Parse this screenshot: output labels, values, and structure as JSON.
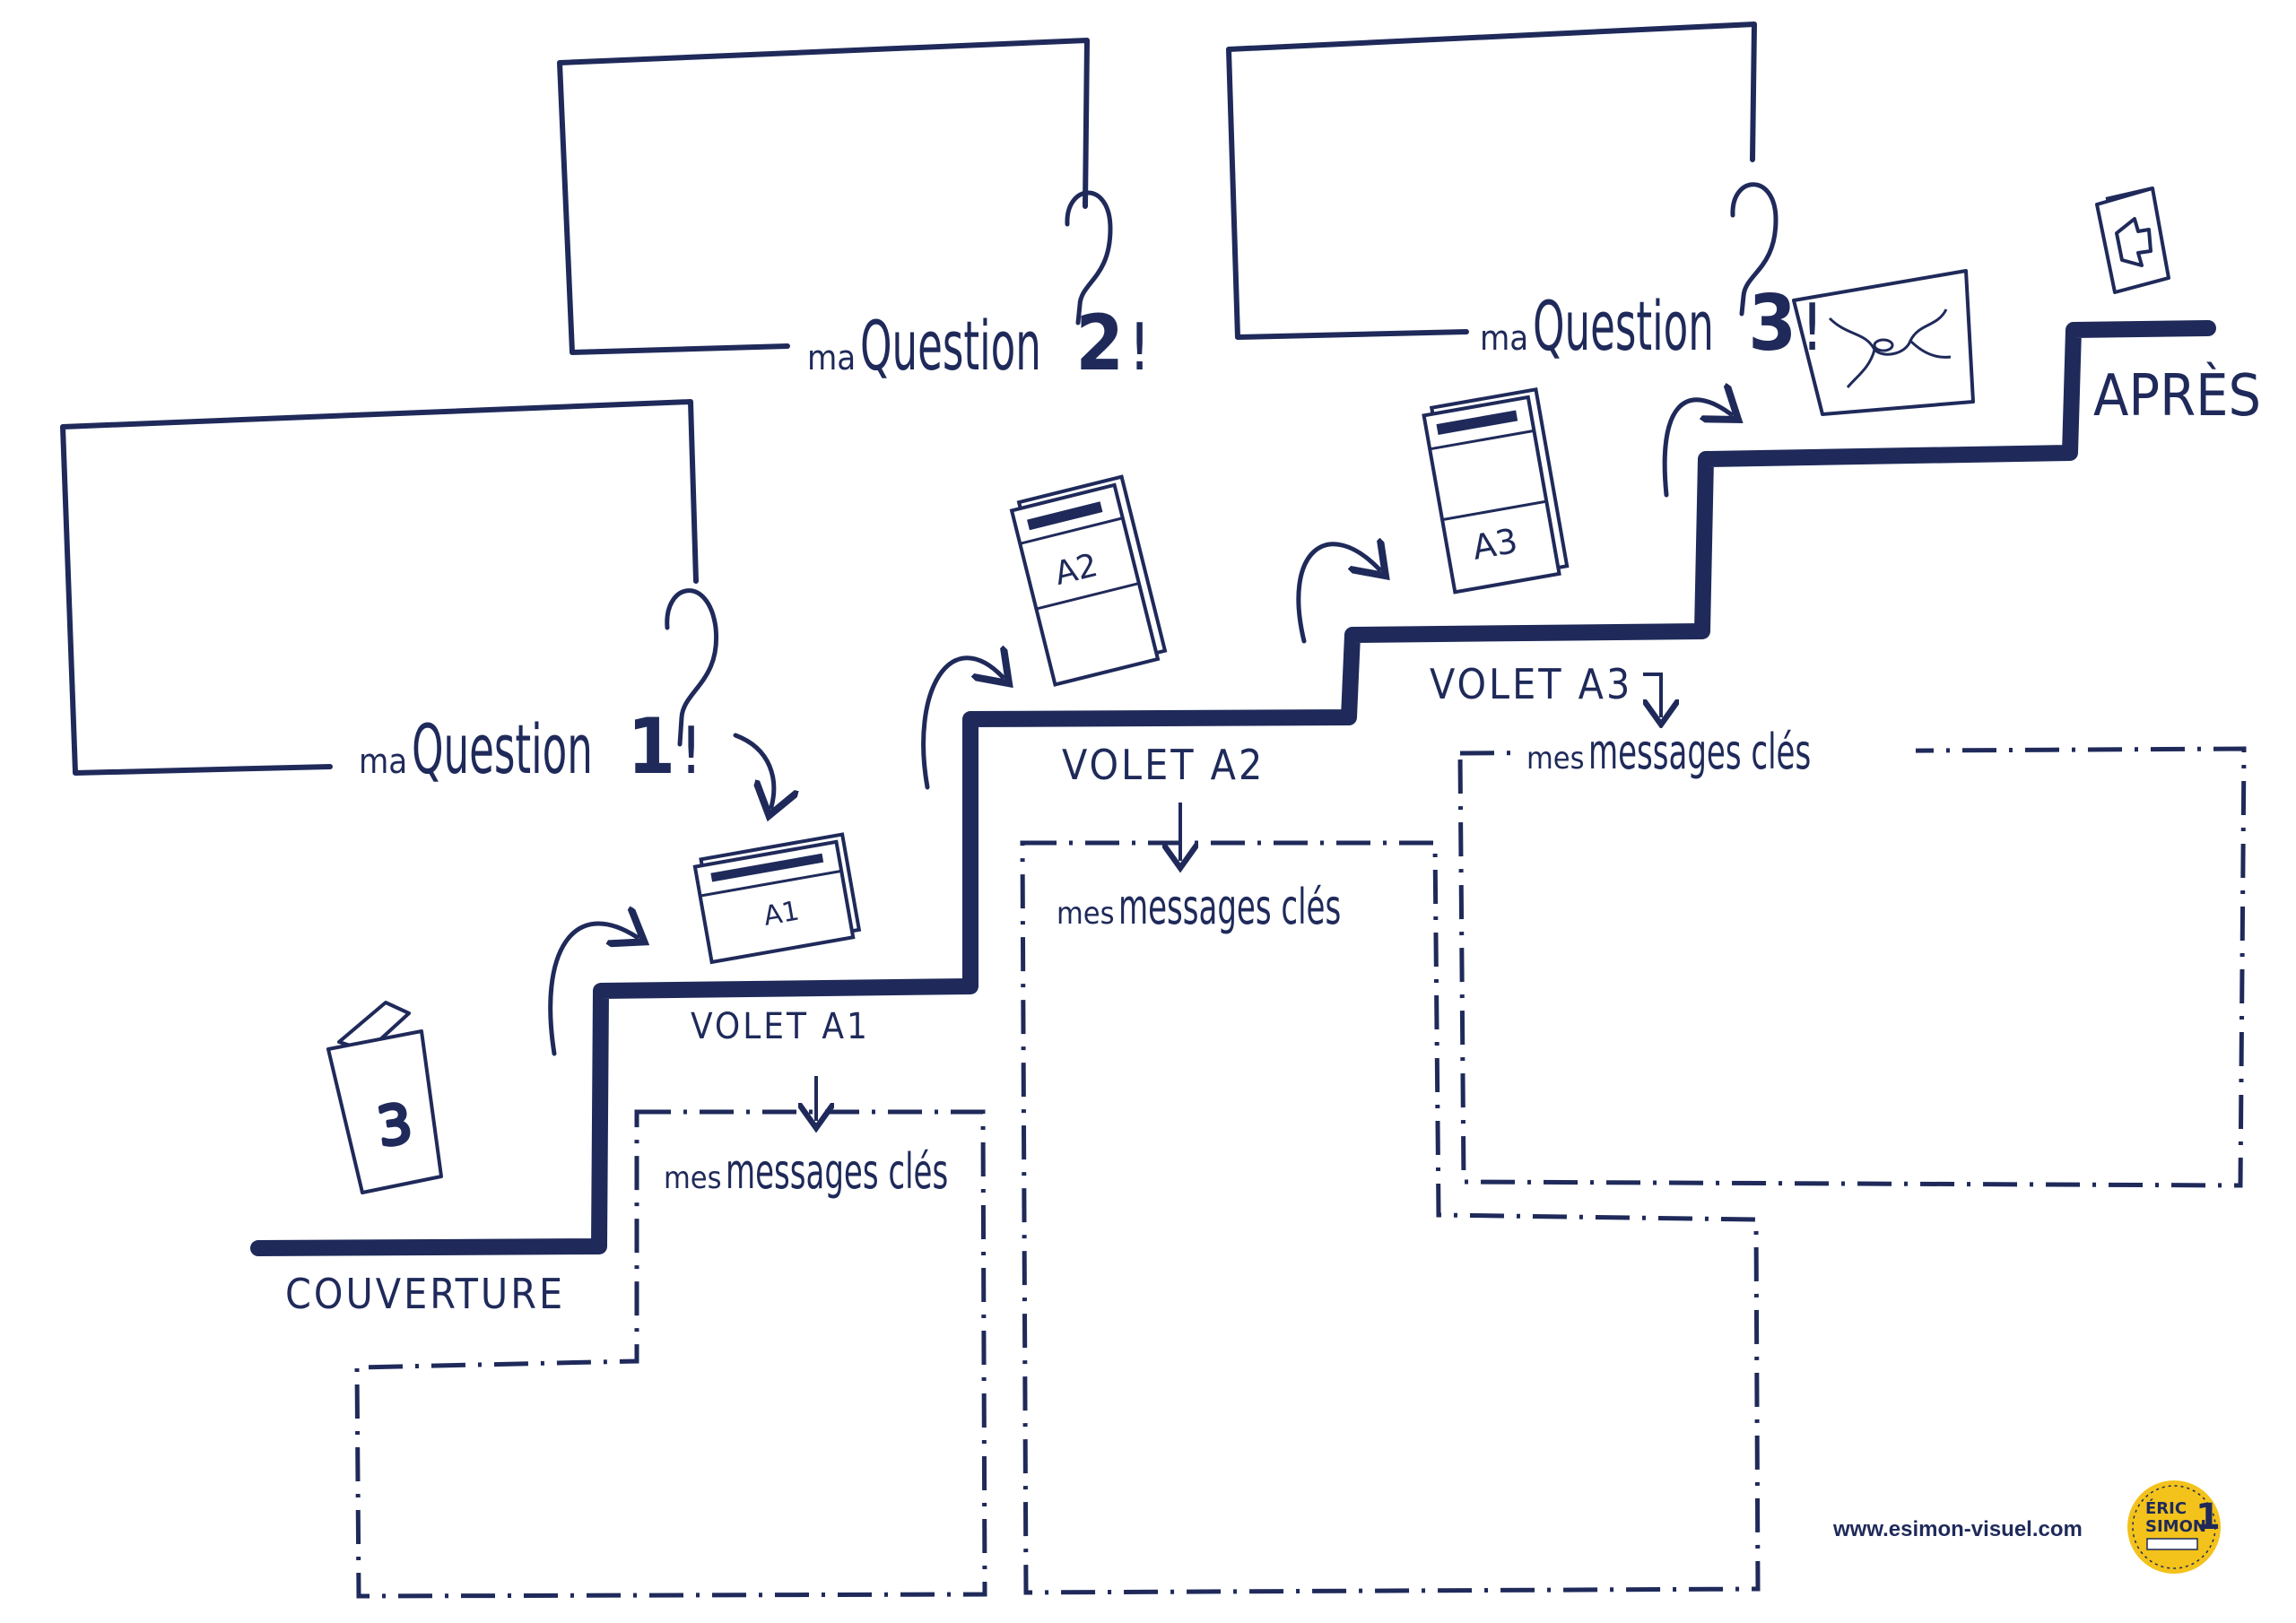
{
  "questions": [
    {
      "prefix": "ma",
      "word": "Question",
      "number": "1",
      "mark": "!"
    },
    {
      "prefix": "ma",
      "word": "Question",
      "number": "2",
      "mark": "!"
    },
    {
      "prefix": "ma",
      "word": "Question",
      "number": "3",
      "mark": "!"
    }
  ],
  "steps": {
    "couverture": "COUVERTURE",
    "volet_a1": "VOLET A1",
    "volet_a2": "VOLET A2",
    "volet_a3": "VOLET A3",
    "apres": "APRÈS"
  },
  "messages": [
    {
      "prefix": "mes",
      "label": "messages clés"
    },
    {
      "prefix": "mes",
      "label": "messages clés"
    },
    {
      "prefix": "mes",
      "label": "messages clés"
    }
  ],
  "documents": {
    "cover_mark": "3",
    "a1": "A1",
    "a2": "A2",
    "a3": "A3"
  },
  "footer": {
    "website": "www.esimon-visuel.com",
    "logo_line1": "ÉRIC",
    "logo_line2": "SIMON",
    "logo_number": "1"
  },
  "colors": {
    "ink": "#1f2a5a",
    "logo_yellow": "#f3c21b",
    "background": "#ffffff"
  }
}
